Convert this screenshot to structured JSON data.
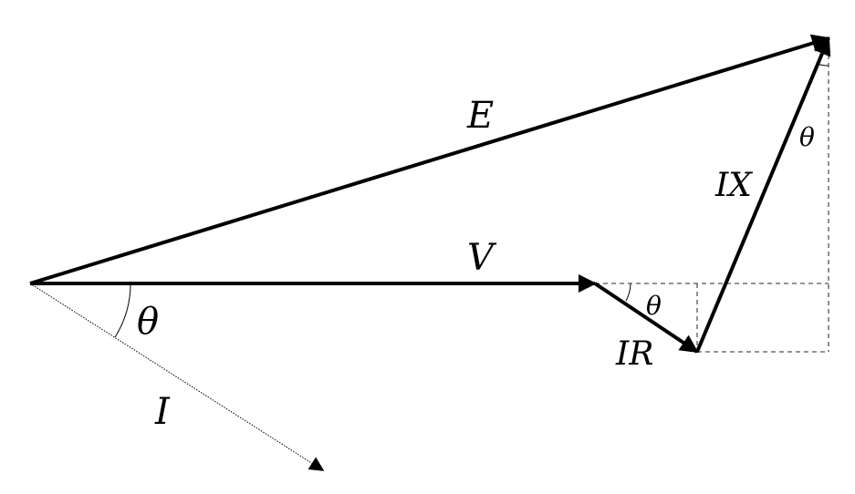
{
  "labels": {
    "E": "E",
    "V": "V",
    "I": "I",
    "IR": "IR",
    "IX": "IX",
    "theta": "θ"
  },
  "colors": {
    "stroke": "#000000",
    "guide": "#555555",
    "background": "#ffffff"
  }
}
